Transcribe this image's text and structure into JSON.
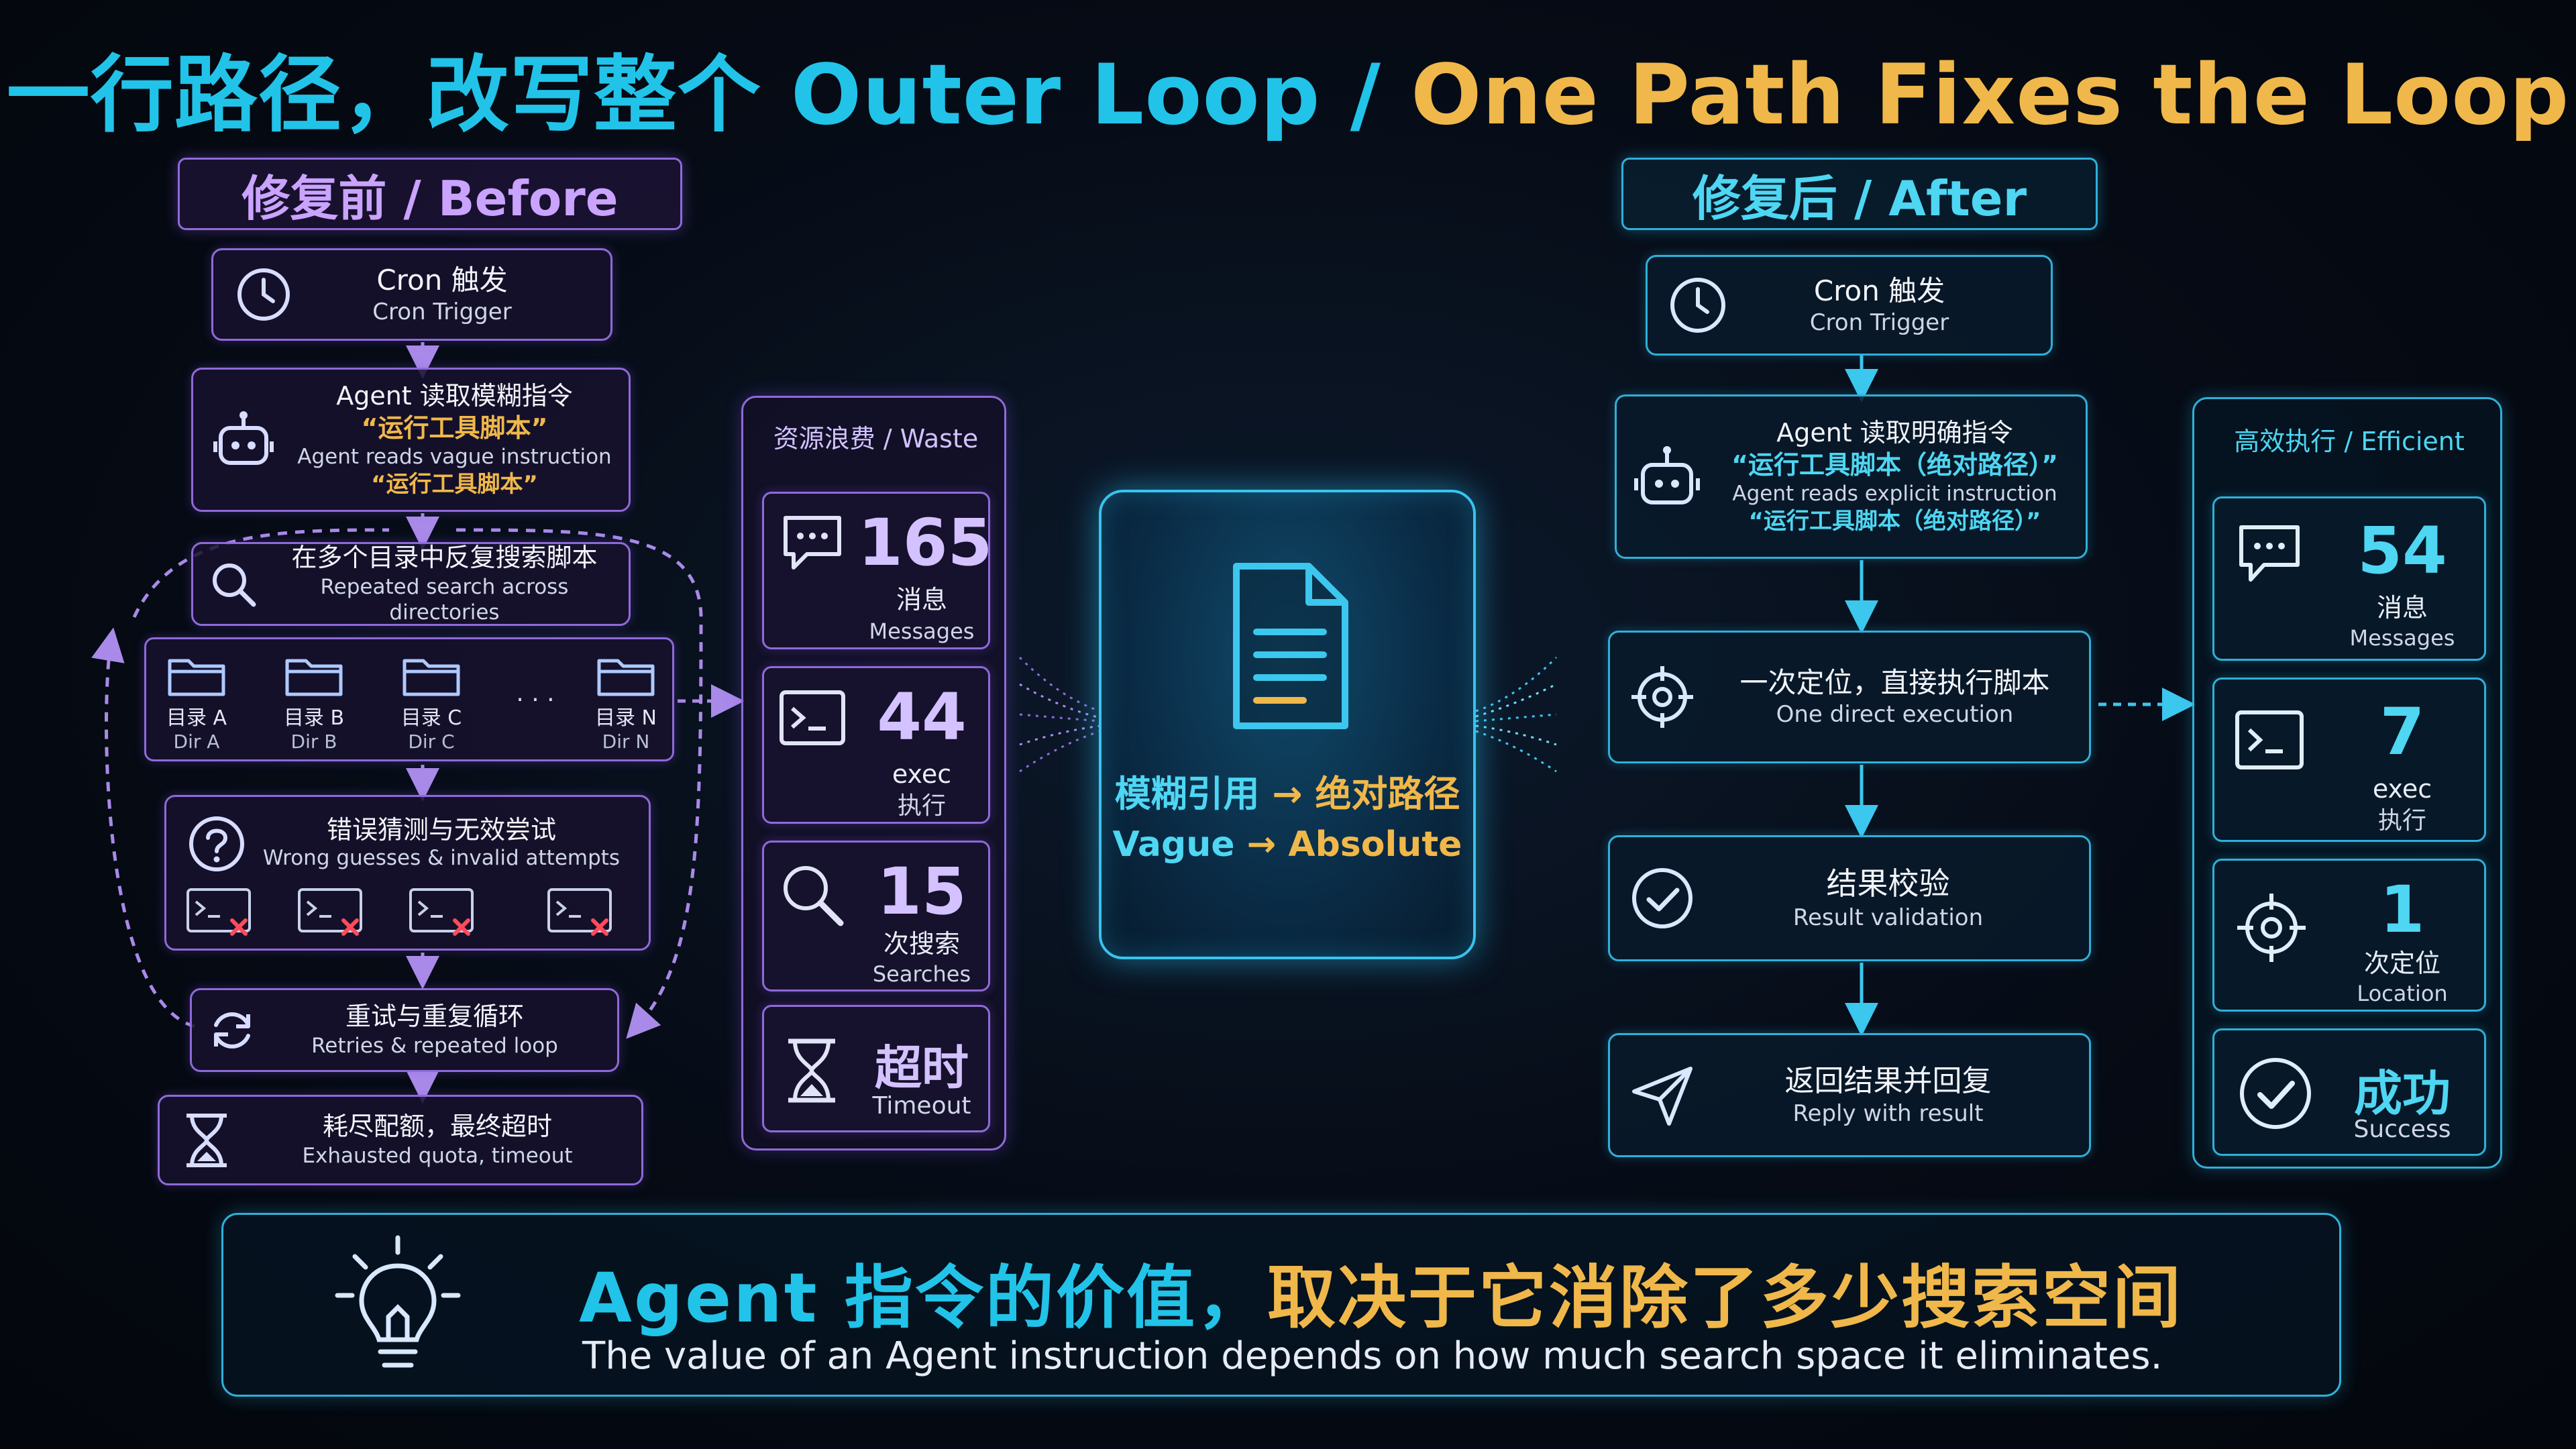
{
  "title": {
    "part1": "一行路径，改写整个 Outer Loop /",
    "part2": "One Path Fixes the Loop"
  },
  "before": {
    "header": "修复前 / Before",
    "cron": {
      "zh": "Cron 触发",
      "en": "Cron Trigger"
    },
    "agent": {
      "zh": "Agent 读取模糊指令",
      "quote": "“运行工具脚本”",
      "en": "Agent reads vague instruction",
      "quote2": "“运行工具脚本”"
    },
    "search": {
      "zh": "在多个目录中反复搜索脚本",
      "en": "Repeated search across directories"
    },
    "dirs": [
      {
        "zh": "目录 A",
        "en": "Dir A"
      },
      {
        "zh": "目录 B",
        "en": "Dir B"
      },
      {
        "zh": "目录 C",
        "en": "Dir C"
      },
      {
        "zh": "目录 N",
        "en": "Dir N"
      }
    ],
    "dirs_ellipsis": "· · ·",
    "wrong": {
      "zh": "错误猜测与无效尝试",
      "en": "Wrong guesses & invalid attempts"
    },
    "retry": {
      "zh": "重试与重复循环",
      "en": "Retries & repeated loop"
    },
    "timeout": {
      "zh": "耗尽配额，最终超时",
      "en": "Exhausted quota, timeout"
    }
  },
  "waste": {
    "header": "资源浪费 / Waste",
    "stats": [
      {
        "value": "165",
        "zh": "消息",
        "en": "Messages",
        "icon": "chat-icon"
      },
      {
        "value": "44",
        "zh": "exec",
        "en": "执行",
        "icon": "terminal-icon"
      },
      {
        "value": "15",
        "zh": "次搜索",
        "en": "Searches",
        "icon": "search-icon"
      },
      {
        "value": "超时",
        "zh": "",
        "en": "Timeout",
        "icon": "hourglass-icon"
      }
    ]
  },
  "center": {
    "zh_a": "模糊引用",
    "arrow": "→",
    "zh_b": "绝对路径",
    "en_a": "Vague",
    "en_b": "Absolute"
  },
  "after": {
    "header": "修复后 / After",
    "cron": {
      "zh": "Cron 触发",
      "en": "Cron Trigger"
    },
    "agent": {
      "zh": "Agent 读取明确指令",
      "quote": "“运行工具脚本（绝对路径）”",
      "en": "Agent reads explicit instruction",
      "quote2": "“运行工具脚本（绝对路径）”"
    },
    "direct": {
      "zh": "一次定位，直接执行脚本",
      "en": "One direct execution"
    },
    "validate": {
      "zh": "结果校验",
      "en": "Result validation"
    },
    "reply": {
      "zh": "返回结果并回复",
      "en": "Reply with result"
    }
  },
  "efficient": {
    "header": "高效执行 / Efficient",
    "stats": [
      {
        "value": "54",
        "zh": "消息",
        "en": "Messages",
        "icon": "chat-icon"
      },
      {
        "value": "7",
        "zh": "exec",
        "en": "执行",
        "icon": "terminal-icon"
      },
      {
        "value": "1",
        "zh": "次定位",
        "en": "Location",
        "icon": "crosshair-icon"
      },
      {
        "value": "成功",
        "zh": "",
        "en": "Success",
        "icon": "check-circle-icon"
      }
    ]
  },
  "footer": {
    "zh_a": "Agent 指令的价值，",
    "zh_b": "取决于它消除了多少搜索空间",
    "en": "The value of an Agent instruction depends on how much search space it eliminates."
  },
  "colors": {
    "purple": "#8f6ad8",
    "cyan": "#2fb0d8",
    "gold": "#f0b84a",
    "cyan_text": "#22c3e8"
  }
}
